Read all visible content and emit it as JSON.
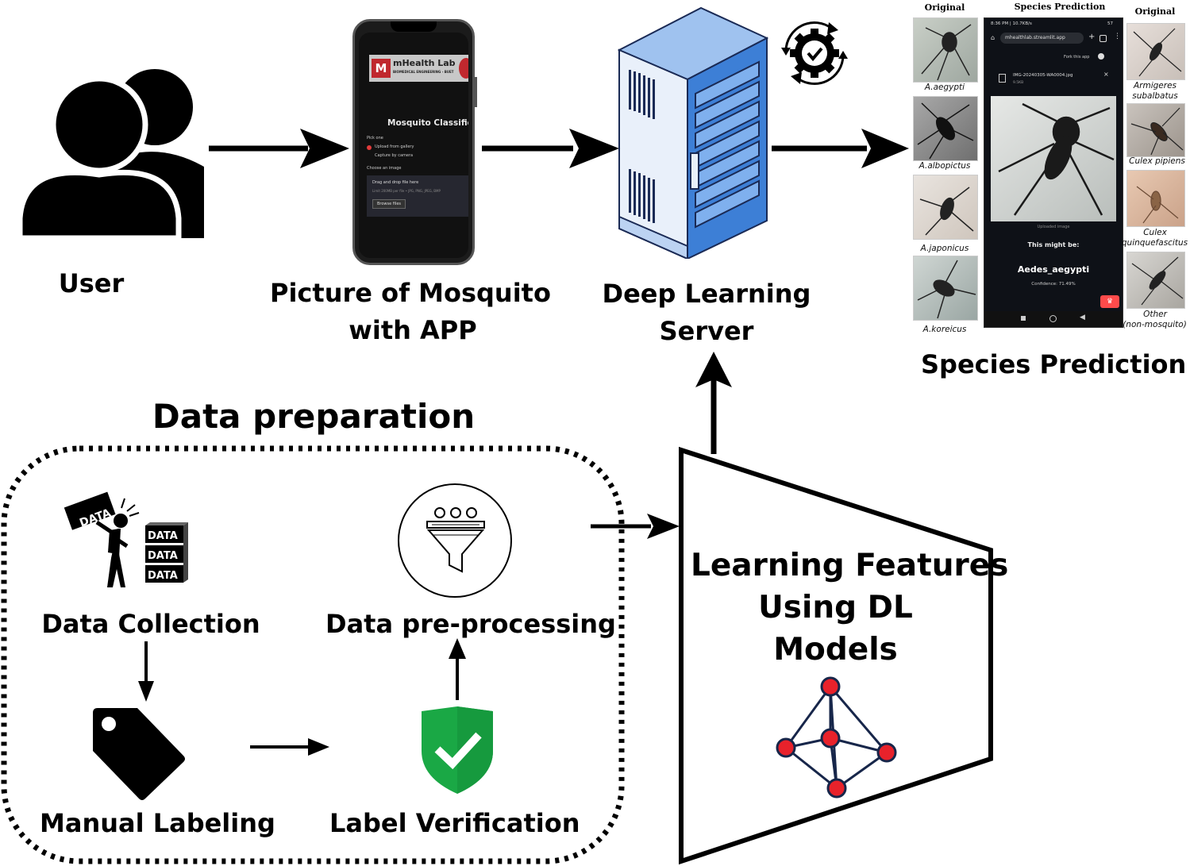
{
  "labels": {
    "user": "User",
    "picture_line1": "Picture of Mosquito",
    "picture_line2": "with APP",
    "server_line1": "Deep Learning",
    "server_line2": "Server",
    "species_prediction": "Species Prediction",
    "data_preparation": "Data preparation",
    "data_collection": "Data Collection",
    "data_preprocessing": "Data pre-processing",
    "manual_labeling": "Manual Labeling",
    "label_verification": "Label  Verification",
    "learning_line1": "Learning Features",
    "learning_line2": "Using DL",
    "learning_line3": "Models"
  },
  "phone_app": {
    "logo_text": "mHealth Lab",
    "logo_sub": "BIOMEDICAL ENGINEERING - BUET",
    "title": "Mosquito Classifier",
    "pick_one": "Pick one",
    "option1": "Upload from gallery",
    "option2": "Capture by camera",
    "choose_image": "Choose an image",
    "drag_drop": "Drag and drop file here",
    "limit": "Limit 200MB per file • JPG, PNG, JPEG, BMP",
    "browse": "Browse files"
  },
  "collection_icon": {
    "box_label": "DATA",
    "stack": [
      "DATA",
      "DATA",
      "DATA"
    ]
  },
  "prediction_panel": {
    "left_header": "Original",
    "middle_header": "Species Prediction",
    "right_header": "Original",
    "left_species": [
      "A.aegypti",
      "A.albopictus",
      "A.japonicus",
      "A.koreicus"
    ],
    "right_species": [
      "Armigeres subalbatus",
      "Culex pipiens",
      "Culex quinquefascitus",
      "Other (non-mosquito)"
    ],
    "right_species_lines": [
      [
        "Armigeres",
        "subalbatus"
      ],
      [
        "Culex pipiens"
      ],
      [
        "Culex",
        "quinquefascitus"
      ],
      [
        "Other",
        "(non-mosquito)"
      ]
    ],
    "screen": {
      "status_time": "8:36 PM | 10.7KB/s",
      "status_battery": "57",
      "url": "mhealthlab.streamlit.app",
      "fork": "Fork this app",
      "file_name": "IMG-20240305-WA0004.jpg",
      "file_size": "9.5KB",
      "caption": "Uploaded image",
      "might_be": "This might be:",
      "result": "Aedes_aegypti",
      "confidence": "Confidence: 71.49%"
    }
  },
  "colors": {
    "shield_green": "#1aa845",
    "node_red": "#e8222b",
    "server_blue": "#3d7fd6"
  }
}
